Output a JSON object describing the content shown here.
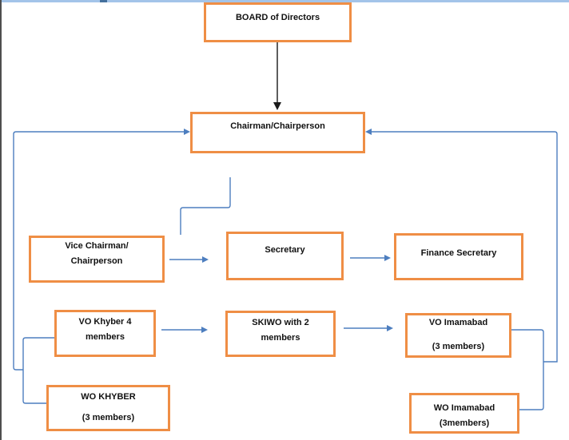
{
  "diagram": {
    "type": "org-chart",
    "nodes": [
      {
        "id": "board",
        "lines": [
          "BOARD of Directors"
        ]
      },
      {
        "id": "chairman",
        "lines": [
          "Chairman/Chairperson"
        ]
      },
      {
        "id": "vice-chairman",
        "lines": [
          "Vice Chairman/",
          "Chairperson"
        ]
      },
      {
        "id": "secretary",
        "lines": [
          "Secretary"
        ]
      },
      {
        "id": "finance-secretary",
        "lines": [
          "Finance Secretary"
        ]
      },
      {
        "id": "vo-khyber",
        "lines": [
          "VO Khyber 4",
          "members"
        ]
      },
      {
        "id": "skiwo",
        "lines": [
          "SKIWO with 2",
          "members"
        ]
      },
      {
        "id": "vo-imamabad",
        "lines": [
          "VO Imamabad",
          "(3 members)"
        ]
      },
      {
        "id": "wo-khyber",
        "lines": [
          "WO KHYBER",
          "(3 members)"
        ]
      },
      {
        "id": "wo-imamabad",
        "lines": [
          "WO Imamabad",
          "(3members)"
        ]
      }
    ],
    "edges": [
      {
        "from": "board",
        "to": "chairman",
        "connector": "straight-arrow-down",
        "color": "black"
      },
      {
        "from": "chairman",
        "to": "vice-chairman",
        "connector": "elbow-line",
        "color": "blue"
      },
      {
        "from": "vice-chairman",
        "to": "secretary",
        "connector": "straight-arrow-right",
        "color": "blue"
      },
      {
        "from": "secretary",
        "to": "finance-secretary",
        "connector": "straight-arrow-right",
        "color": "blue"
      },
      {
        "from": "vo-khyber",
        "to": "skiwo",
        "connector": "straight-arrow-right",
        "color": "blue"
      },
      {
        "from": "skiwo",
        "to": "vo-imamabad",
        "connector": "straight-arrow-right",
        "color": "blue"
      },
      {
        "from": "vo-khyber",
        "to": "wo-khyber",
        "connector": "left-side-bracket",
        "color": "blue"
      },
      {
        "from": "wo-khyber",
        "to": "chairman",
        "connector": "left-feedback-arrow",
        "color": "blue"
      },
      {
        "from": "vo-imamabad",
        "to": "wo-imamabad",
        "connector": "right-side-bracket",
        "color": "blue"
      },
      {
        "from": "wo-imamabad",
        "to": "chairman",
        "connector": "right-feedback-arrow",
        "color": "blue"
      }
    ],
    "colors": {
      "box_border": "#EF8E45",
      "box_fill": "#FFFFFF",
      "text": "#111111",
      "connector_blue": "#4D7EBF",
      "connector_black": "#1A1A1A",
      "page_top_border": "#A3C4E9",
      "page_top_border_accent": "#44709D",
      "page_left_border": "#4E4E4E"
    }
  }
}
